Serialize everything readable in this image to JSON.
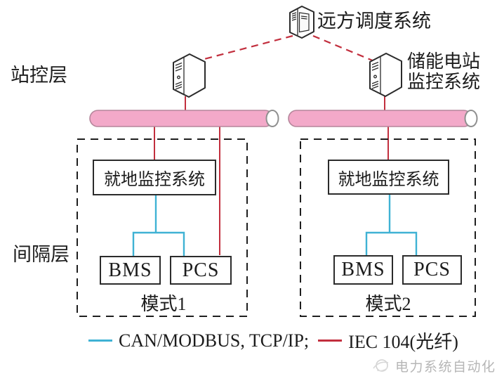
{
  "colors": {
    "can_line": "#3fb2d4",
    "iec_line": "#c22f3e",
    "bus_fill": "#f3a9c9",
    "bus_stroke": "#b5869b",
    "text": "#1c1c1c",
    "watermark": "#b6b6b6"
  },
  "labels": {
    "layer_station": "站控层",
    "layer_bay": "间隔层",
    "remote_dispatch": "远方调度系统",
    "station_monitor_lines": [
      "储能电站",
      "监控系统"
    ]
  },
  "modules": [
    {
      "local_monitor": "就地监控系统",
      "bms": "BMS",
      "pcs": "PCS",
      "mode": "模式1"
    },
    {
      "local_monitor": "就地监控系统",
      "bms": "BMS",
      "pcs": "PCS",
      "mode": "模式2"
    }
  ],
  "legend": {
    "can_label": "CAN/MODBUS, TCP/IP;",
    "iec_label": "IEC 104(光纤)"
  },
  "watermark": "电力系统自动化"
}
